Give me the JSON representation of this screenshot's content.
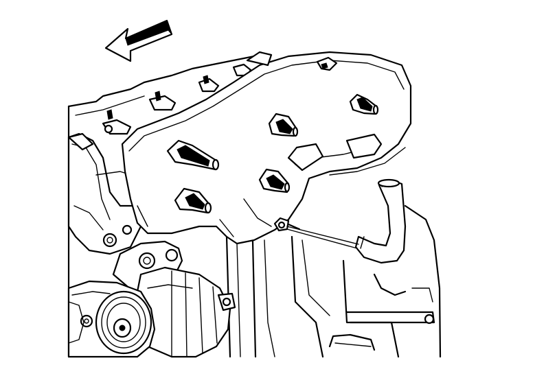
{
  "colors": {
    "line": "#000000",
    "background": "#ffffff"
  },
  "diagram": {
    "elements": [
      "direction-arrow",
      "exhaust-manifold",
      "exhaust-studs",
      "engine-block",
      "intake-manifold",
      "alternator",
      "pulley",
      "heater-hose",
      "hose-fitting"
    ]
  }
}
